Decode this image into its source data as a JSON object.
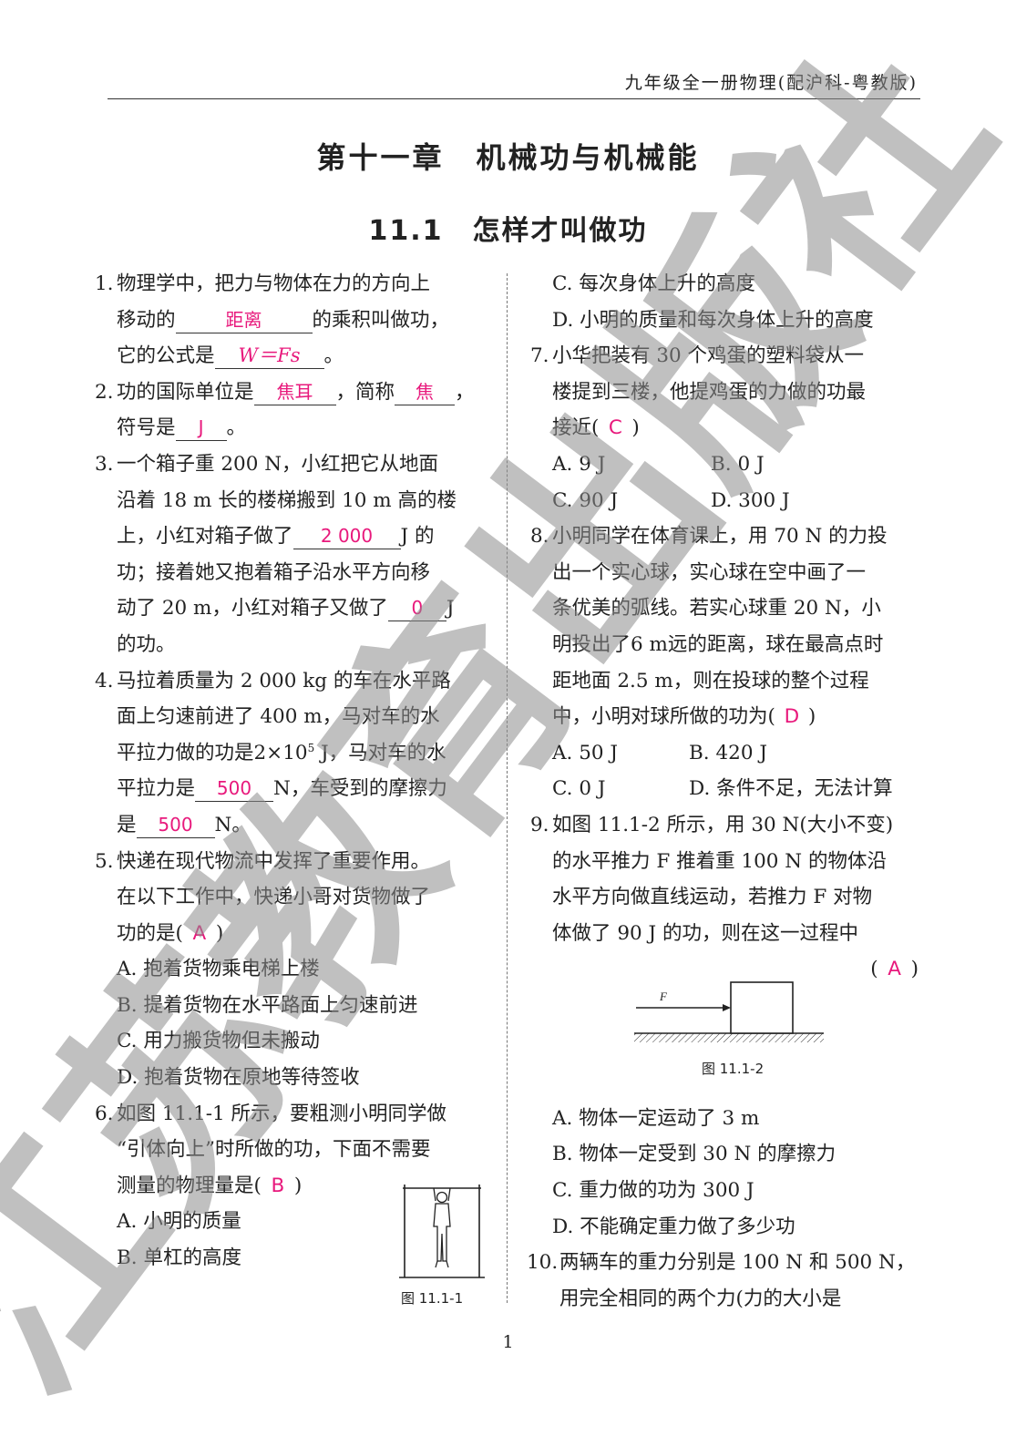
{
  "header": {
    "running_head": "九年级全一册物理(配沪科-粤教版)"
  },
  "chapter_title": "第十一章　机械功与机械能",
  "section_title": "11.1　怎样才叫做功",
  "watermark_text": "江苏教育出版社",
  "q1": {
    "num": "1.",
    "a": "物理学中，把力与物体在力的方向上",
    "b": "移动的",
    "ans1": "距离",
    "c": "的乘积叫做功，",
    "d": "它的公式是",
    "ans2": "W＝Fs",
    "e": "。"
  },
  "q2": {
    "num": "2.",
    "a": "功的国际单位是",
    "ans1": "焦耳",
    "b": "，简称",
    "ans2": "焦",
    "c": "，",
    "d": "符号是",
    "ans3": "J",
    "e": "。"
  },
  "q3": {
    "num": "3.",
    "l1": "一个箱子重 200 N，小红把它从地面",
    "l2": "沿着 18 m 长的楼梯搬到 10 m 高的楼",
    "l3a": "上，小红对箱子做了",
    "ans1": "2 000",
    "l3b": "J 的",
    "l4": "功；接着她又抱着箱子沿水平方向移",
    "l5a": "动了 20 m，小红对箱子又做了",
    "ans2": "0",
    "l5b": "J",
    "l6": "的功。"
  },
  "q4": {
    "num": "4.",
    "l1": "马拉着质量为 2 000 kg 的车在水平路",
    "l2": "面上匀速前进了 400 m，马对车的水",
    "l3a": "平拉力做的功是2×10",
    "l3sup": "5",
    "l3b": " J，马对车的水",
    "l4a": "平拉力是",
    "ans1": "500",
    "l4b": "N，车受到的摩擦力",
    "l5a": "是",
    "ans2": "500",
    "l5b": "N。"
  },
  "q5": {
    "num": "5.",
    "l1": "快递在现代物流中发挥了重要作用。",
    "l2": "在以下工作中，快递小哥对货物做了",
    "l3a": "功的是(",
    "ans": "A",
    "l3b": ")",
    "options": [
      "A. 抱着货物乘电梯上楼",
      "B. 提着货物在水平路面上匀速前进",
      "C. 用力搬货物但未搬动",
      "D. 抱着货物在原地等待签收"
    ]
  },
  "q6": {
    "num": "6.",
    "l1": "如图 11.1-1 所示，要粗测小明同学做",
    "l2": "“引体向上”时所做的功，下面不需要",
    "l3a": "测量的物理量是(",
    "ans": "B",
    "l3b": ")",
    "optA": "A. 小明的质量",
    "optB": "B. 单杠的高度",
    "optC": "C. 每次身体上升的高度",
    "optD": "D. 小明的质量和每次身体上升的高度",
    "fig_caption": "图 11.1-1"
  },
  "q7": {
    "num": "7.",
    "l1": "小华把装有 30 个鸡蛋的塑料袋从一",
    "l2": "楼提到三楼，他提鸡蛋的力做的功最",
    "l3a": "接近(",
    "ans": "C",
    "l3b": ")",
    "options": [
      "A. 9 J",
      "B. 0 J",
      "C. 90 J",
      "D. 300 J"
    ]
  },
  "q8": {
    "num": "8.",
    "l1": "小明同学在体育课上，用 70 N 的力投",
    "l2": "出一个实心球，实心球在空中画了一",
    "l3": "条优美的弧线。若实心球重 20 N，小",
    "l4": "明投出了6 m远的距离，球在最高点时",
    "l5": "距地面 2.5 m，则在投球的整个过程",
    "l6a": "中，小明对球所做的功为(",
    "ans": "D",
    "l6b": ")",
    "options": [
      "A. 50 J",
      "B. 420 J",
      "C. 0 J",
      "D. 条件不足，无法计算"
    ]
  },
  "q9": {
    "num": "9.",
    "l1": "如图 11.1-2 所示，用 30 N(大小不变)",
    "l2": "的水平推力 F 推着重 100 N 的物体沿",
    "l3": "水平方向做直线运动，若推力 F 对物",
    "l4": "体做了 90 J 的功，则在这一过程中",
    "pa": "(",
    "ans": "A",
    "pb": ")",
    "force_label": "F",
    "fig_caption": "图 11.1-2",
    "options": [
      "A. 物体一定运动了 3 m",
      "B. 物体一定受到 30 N 的摩擦力",
      "C. 重力做的功为 300 J",
      "D. 不能确定重力做了多少功"
    ]
  },
  "q10": {
    "num": "10.",
    "l1": "两辆车的重力分别是 100 N 和 500 N，",
    "l2": "用完全相同的两个力(力的大小是"
  },
  "page_number": "1",
  "colors": {
    "answer": "#e8197c",
    "watermark": "#8c8c8c"
  }
}
